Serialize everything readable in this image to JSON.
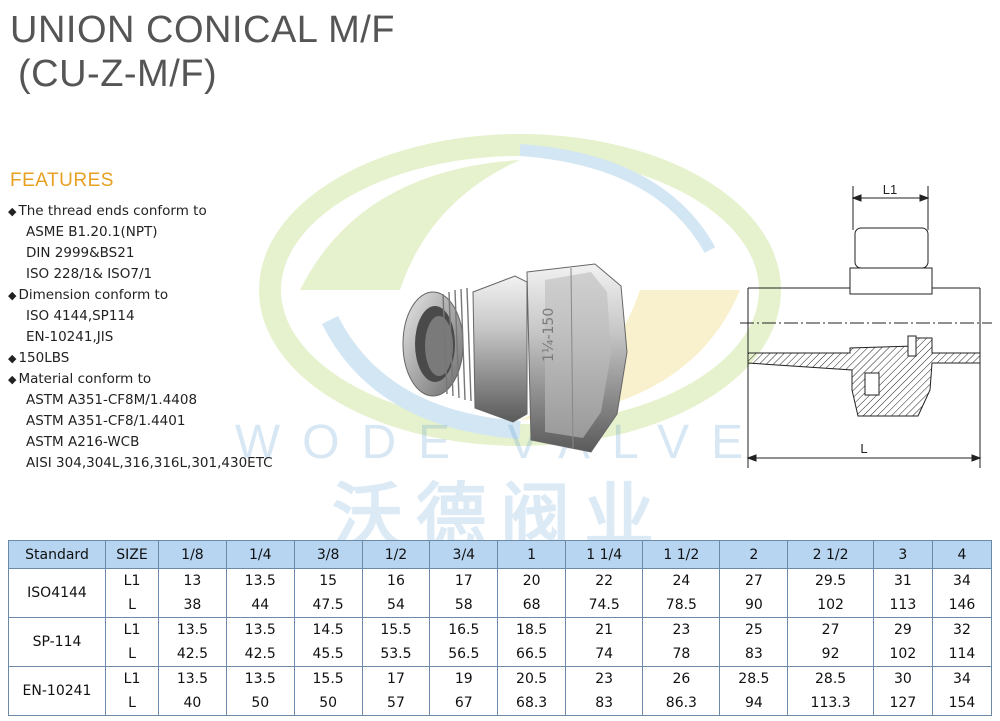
{
  "title": {
    "line1": "UNION CONICAL M/F",
    "line2": "(CU-Z-M/F)"
  },
  "watermark": {
    "text_en": "WODE VALVE",
    "text_cn": "沃德阀业"
  },
  "features": {
    "heading": "FEATURES",
    "bullets": [
      {
        "text": "The thread ends conform to",
        "subs": [
          "ASME B1.20.1(NPT)",
          "DIN 2999&BS21",
          "ISO 228/1& ISO7/1"
        ]
      },
      {
        "text": "Dimension conform to",
        "subs": [
          "ISO 4144,SP114",
          "EN-10241,JIS"
        ]
      },
      {
        "text": "150LBS",
        "subs": []
      },
      {
        "text": "Material conform to",
        "subs": [
          "ASTM A351-CF8M/1.4408",
          "ASTM A351-CF8/1.4401",
          "ASTM A216-WCB",
          "AISI 304,304L,316,316L,301,430ETC"
        ]
      }
    ]
  },
  "product": {
    "marking": "1¼-150"
  },
  "drawing": {
    "label_l1": "L1",
    "label_l": "L"
  },
  "table": {
    "headers": [
      "Standard",
      "SIZE",
      "1/8",
      "1/4",
      "3/8",
      "1/2",
      "3/4",
      "1",
      "1 1/4",
      "1 1/2",
      "2",
      "2 1/2",
      "3",
      "4"
    ],
    "groups": [
      {
        "standard": "ISO4144",
        "rows": [
          {
            "size": "L1",
            "values": [
              "13",
              "13.5",
              "15",
              "16",
              "17",
              "20",
              "22",
              "24",
              "27",
              "29.5",
              "31",
              "34"
            ]
          },
          {
            "size": "L",
            "values": [
              "38",
              "44",
              "47.5",
              "54",
              "58",
              "68",
              "74.5",
              "78.5",
              "90",
              "102",
              "113",
              "146"
            ]
          }
        ]
      },
      {
        "standard": "SP-114",
        "rows": [
          {
            "size": "L1",
            "values": [
              "13.5",
              "13.5",
              "14.5",
              "15.5",
              "16.5",
              "18.5",
              "21",
              "23",
              "25",
              "27",
              "29",
              "32"
            ]
          },
          {
            "size": "L",
            "values": [
              "42.5",
              "42.5",
              "45.5",
              "53.5",
              "56.5",
              "66.5",
              "74",
              "78",
              "83",
              "92",
              "102",
              "114"
            ]
          }
        ]
      },
      {
        "standard": "EN-10241",
        "rows": [
          {
            "size": "L1",
            "values": [
              "13.5",
              "13.5",
              "15.5",
              "17",
              "19",
              "20.5",
              "23",
              "26",
              "28.5",
              "28.5",
              "30",
              "34"
            ]
          },
          {
            "size": "L",
            "values": [
              "40",
              "50",
              "50",
              "57",
              "67",
              "68.3",
              "83",
              "86.3",
              "94",
              "113.3",
              "127",
              "154"
            ]
          }
        ]
      }
    ]
  }
}
